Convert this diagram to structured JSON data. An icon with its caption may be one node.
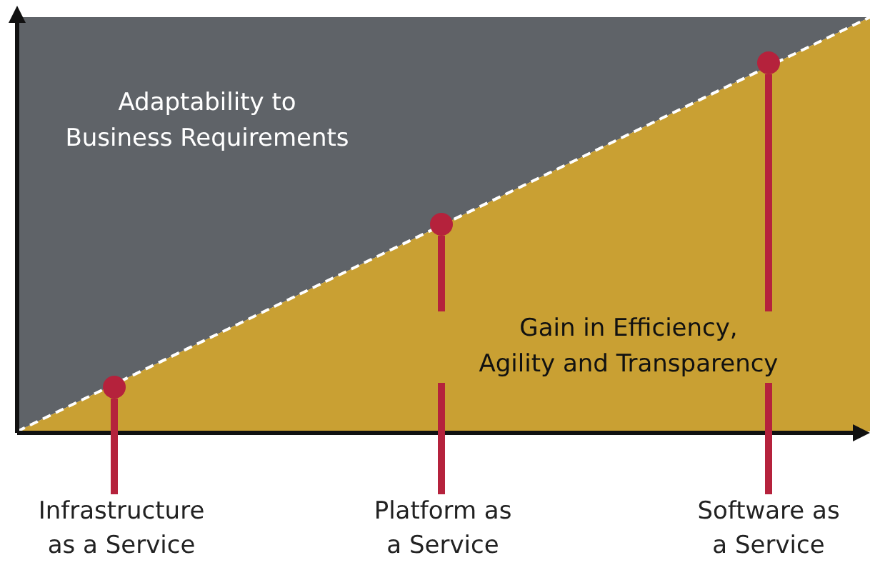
{
  "diagram": {
    "nodes": [
      {
        "text": [
          "Infrastructure as a Service"
        ]
      },
      {
        "text": [
          "Platform as a Service"
        ]
      },
      {
        "text": [
          "Software as a Service"
        ]
      },
      {
        "text": [],
        "shape": "circle"
      },
      {
        "text": [],
        "shape": "circle"
      },
      {
        "text": [],
        "shape": "circle"
      }
    ],
    "edges": [
      {
        "from": 0,
        "to": 3,
        "arrow": "none"
      },
      {
        "from": 1,
        "to": 4,
        "arrow": "none"
      },
      {
        "from": 2,
        "to": 5,
        "arrow": "none"
      }
    ],
    "labels": [
      "Adaptability to Business Requirements",
      "Gain in Efficiency, Agility and Transparency"
    ]
  }
}
